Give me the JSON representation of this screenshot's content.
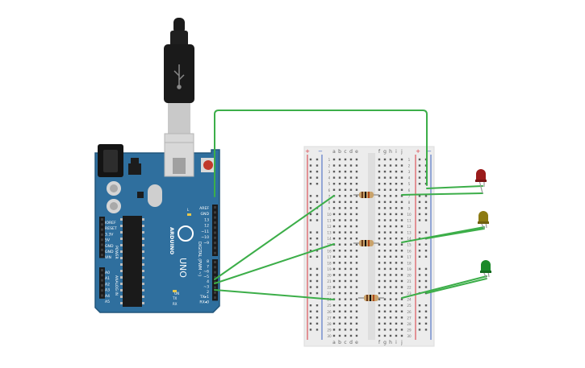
{
  "colors": {
    "board": "#2f6f9e",
    "board_edge": "#22567c",
    "wire": "#3cae49",
    "breadboard": "#eeeeee",
    "rail_red": "#d9363e",
    "rail_blue": "#3a5fbf",
    "led_red": "#9b1b1b",
    "led_yellow": "#8c7a12",
    "led_green": "#1c8a2a",
    "resistor": "#c9a26a"
  },
  "arduino": {
    "brand": "ARDUINO",
    "model": "UNO",
    "header_digital_label": "DIGITAL (PWM ~)",
    "header_power_label": "POWER",
    "header_analog_label": "ANALOG IN",
    "tx": "TX",
    "rx": "RX",
    "l_label": "L",
    "on_label": "ON",
    "digital_pins": [
      "AREF",
      "GND",
      "13",
      "12",
      "~11",
      "~10",
      "~9",
      "8",
      "7",
      "~6",
      "~5",
      "4",
      "~3",
      "2",
      "TX▸1",
      "RX◂0"
    ],
    "power_pins": [
      "IOREF",
      "RESET",
      "3.3V",
      "5V",
      "GND",
      "GND",
      "VIN"
    ],
    "analog_pins": [
      "A0",
      "A1",
      "A2",
      "A3",
      "A4",
      "A5"
    ]
  },
  "breadboard": {
    "columns_left": [
      "a",
      "b",
      "c",
      "d",
      "e"
    ],
    "columns_right": [
      "f",
      "g",
      "h",
      "i",
      "j"
    ],
    "rail_plus": "+",
    "rail_minus": "−",
    "rows": [
      "1",
      "2",
      "3",
      "4",
      "5",
      "6",
      "7",
      "8",
      "9",
      "10",
      "11",
      "12",
      "13",
      "14",
      "15",
      "16",
      "17",
      "18",
      "19",
      "20",
      "21",
      "22",
      "23",
      "24",
      "25",
      "26",
      "27",
      "28",
      "29",
      "30"
    ]
  },
  "components": {
    "leds": [
      {
        "name": "red-led",
        "color_key": "led_red"
      },
      {
        "name": "yellow-led",
        "color_key": "led_yellow"
      },
      {
        "name": "green-led",
        "color_key": "led_green"
      }
    ],
    "resistor_count": 3
  }
}
